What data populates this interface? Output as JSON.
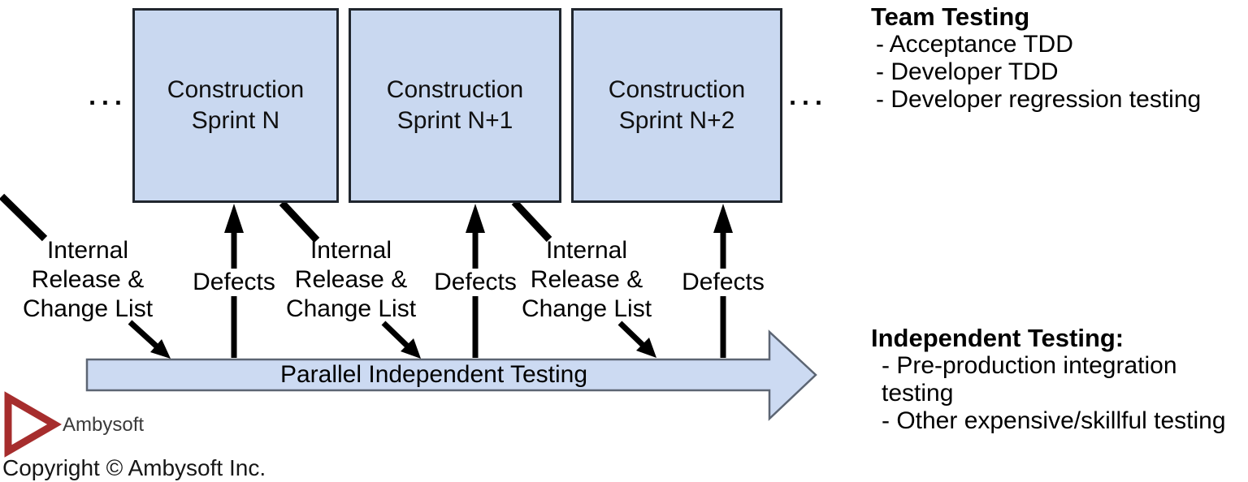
{
  "diagram": {
    "sprints": [
      {
        "line1": "Construction",
        "line2": "Sprint N"
      },
      {
        "line1": "Construction",
        "line2": "Sprint N+1"
      },
      {
        "line1": "Construction",
        "line2": "Sprint N+2"
      }
    ],
    "ellipsis_left": "...",
    "ellipsis_right": "...",
    "defect_arrows": [
      {
        "label": "Defects"
      },
      {
        "label": "Defects"
      },
      {
        "label": "Defects"
      }
    ],
    "release_labels": [
      {
        "line1": "Internal",
        "line2": "Release &",
        "line3": "Change List"
      },
      {
        "line1": "Internal",
        "line2": "Release &",
        "line3": "Change List"
      },
      {
        "line1": "Internal",
        "line2": "Release &",
        "line3": "Change List"
      }
    ],
    "timeline_bar": {
      "label": "Parallel Independent Testing"
    }
  },
  "annotations": {
    "team_testing": {
      "title": "Team Testing",
      "items": [
        "- Acceptance TDD",
        "- Developer TDD",
        "- Developer regression testing"
      ]
    },
    "independent_testing": {
      "title": "Independent Testing:",
      "items": [
        "- Pre-production integration testing",
        "- Other expensive/skillful testing"
      ]
    }
  },
  "footer": {
    "logo_text": "Ambysoft",
    "copyright": "Copyright © Ambysoft Inc."
  },
  "colors": {
    "box_fill": "#c9d8f0",
    "box_border": "#20262e",
    "bar_fill": "#ccdaf2",
    "bar_border": "#5c6573",
    "arrow_color": "#000000",
    "logo_red": "#a62d2d"
  }
}
